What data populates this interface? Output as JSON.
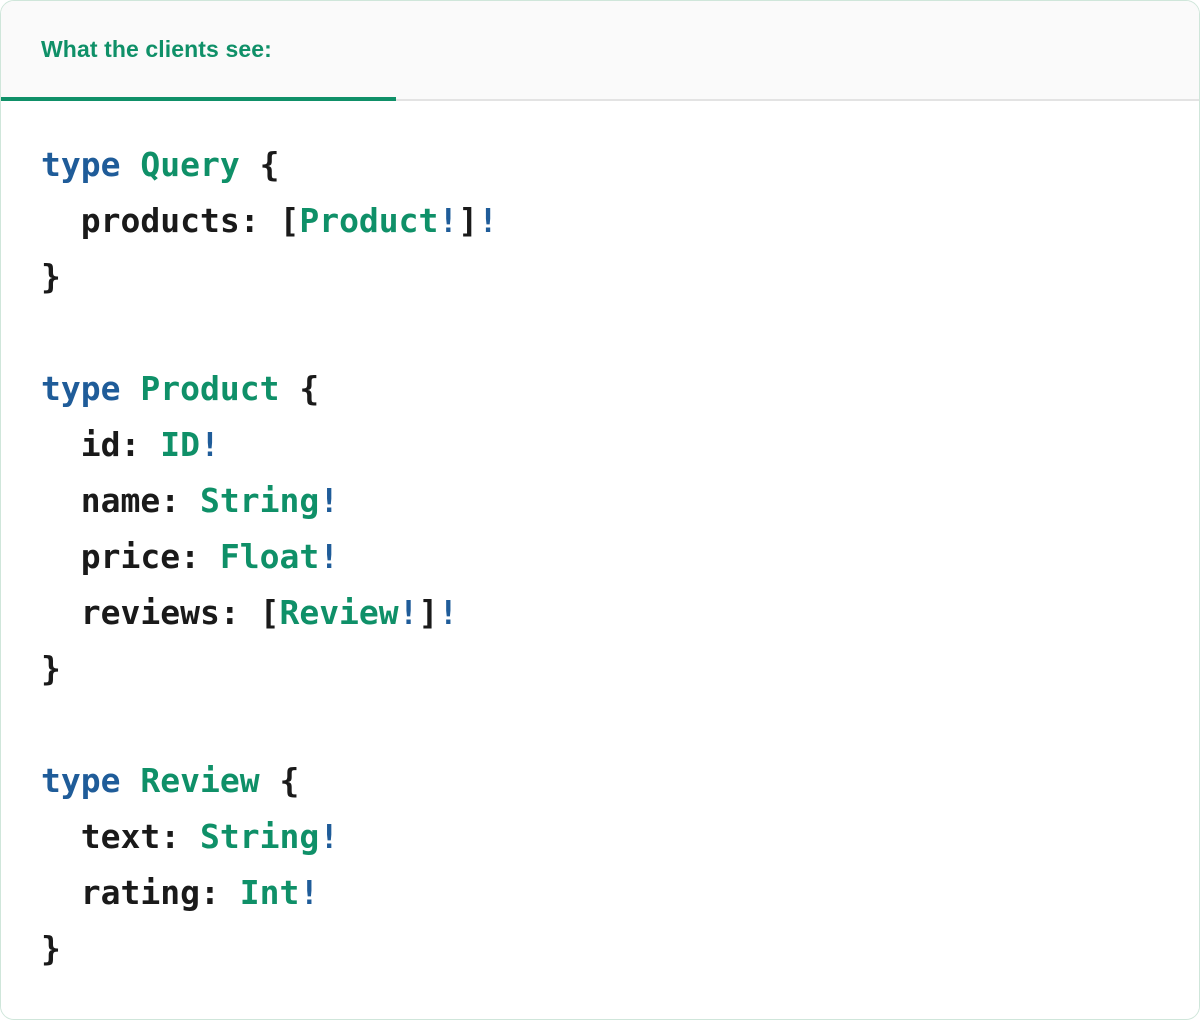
{
  "card": {
    "header": {
      "tab_label": "What the clients see:"
    },
    "colors": {
      "accent_green": "#0f9068",
      "keyword_blue": "#1f5c99",
      "text_black": "#1a1a1a",
      "header_background": "#fafafa",
      "body_background": "#ffffff",
      "divider": "#e3e3e3",
      "card_border": "#cfe6da"
    }
  },
  "code": {
    "language": "graphql",
    "lines": [
      {
        "id": "line-1",
        "tokens": [
          {
            "text": "type",
            "kind": "keyword"
          },
          {
            "text": " ",
            "kind": "plain"
          },
          {
            "text": "Query",
            "kind": "type"
          },
          {
            "text": " ",
            "kind": "plain"
          },
          {
            "text": "{",
            "kind": "punct"
          }
        ]
      },
      {
        "id": "line-2",
        "tokens": [
          {
            "text": "  ",
            "kind": "plain"
          },
          {
            "text": "products",
            "kind": "field"
          },
          {
            "text": ": ",
            "kind": "punct"
          },
          {
            "text": "[",
            "kind": "punct"
          },
          {
            "text": "Product",
            "kind": "type"
          },
          {
            "text": "!",
            "kind": "bang"
          },
          {
            "text": "]",
            "kind": "punct"
          },
          {
            "text": "!",
            "kind": "bang"
          }
        ]
      },
      {
        "id": "line-3",
        "tokens": [
          {
            "text": "}",
            "kind": "punct"
          }
        ]
      },
      {
        "id": "line-4",
        "tokens": []
      },
      {
        "id": "line-5",
        "tokens": [
          {
            "text": "type",
            "kind": "keyword"
          },
          {
            "text": " ",
            "kind": "plain"
          },
          {
            "text": "Product",
            "kind": "type"
          },
          {
            "text": " ",
            "kind": "plain"
          },
          {
            "text": "{",
            "kind": "punct"
          }
        ]
      },
      {
        "id": "line-6",
        "tokens": [
          {
            "text": "  ",
            "kind": "plain"
          },
          {
            "text": "id",
            "kind": "field"
          },
          {
            "text": ": ",
            "kind": "punct"
          },
          {
            "text": "ID",
            "kind": "type"
          },
          {
            "text": "!",
            "kind": "bang"
          }
        ]
      },
      {
        "id": "line-7",
        "tokens": [
          {
            "text": "  ",
            "kind": "plain"
          },
          {
            "text": "name",
            "kind": "field"
          },
          {
            "text": ": ",
            "kind": "punct"
          },
          {
            "text": "String",
            "kind": "type"
          },
          {
            "text": "!",
            "kind": "bang"
          }
        ]
      },
      {
        "id": "line-8",
        "tokens": [
          {
            "text": "  ",
            "kind": "plain"
          },
          {
            "text": "price",
            "kind": "field"
          },
          {
            "text": ": ",
            "kind": "punct"
          },
          {
            "text": "Float",
            "kind": "type"
          },
          {
            "text": "!",
            "kind": "bang"
          }
        ]
      },
      {
        "id": "line-9",
        "tokens": [
          {
            "text": "  ",
            "kind": "plain"
          },
          {
            "text": "reviews",
            "kind": "field"
          },
          {
            "text": ": ",
            "kind": "punct"
          },
          {
            "text": "[",
            "kind": "punct"
          },
          {
            "text": "Review",
            "kind": "type"
          },
          {
            "text": "!",
            "kind": "bang"
          },
          {
            "text": "]",
            "kind": "punct"
          },
          {
            "text": "!",
            "kind": "bang"
          }
        ]
      },
      {
        "id": "line-10",
        "tokens": [
          {
            "text": "}",
            "kind": "punct"
          }
        ]
      },
      {
        "id": "line-11",
        "tokens": []
      },
      {
        "id": "line-12",
        "tokens": [
          {
            "text": "type",
            "kind": "keyword"
          },
          {
            "text": " ",
            "kind": "plain"
          },
          {
            "text": "Review",
            "kind": "type"
          },
          {
            "text": " ",
            "kind": "plain"
          },
          {
            "text": "{",
            "kind": "punct"
          }
        ]
      },
      {
        "id": "line-13",
        "tokens": [
          {
            "text": "  ",
            "kind": "plain"
          },
          {
            "text": "text",
            "kind": "field"
          },
          {
            "text": ": ",
            "kind": "punct"
          },
          {
            "text": "String",
            "kind": "type"
          },
          {
            "text": "!",
            "kind": "bang"
          }
        ]
      },
      {
        "id": "line-14",
        "tokens": [
          {
            "text": "  ",
            "kind": "plain"
          },
          {
            "text": "rating",
            "kind": "field"
          },
          {
            "text": ": ",
            "kind": "punct"
          },
          {
            "text": "Int",
            "kind": "type"
          },
          {
            "text": "!",
            "kind": "bang"
          }
        ]
      },
      {
        "id": "line-15",
        "tokens": [
          {
            "text": "}",
            "kind": "punct"
          }
        ]
      }
    ]
  }
}
